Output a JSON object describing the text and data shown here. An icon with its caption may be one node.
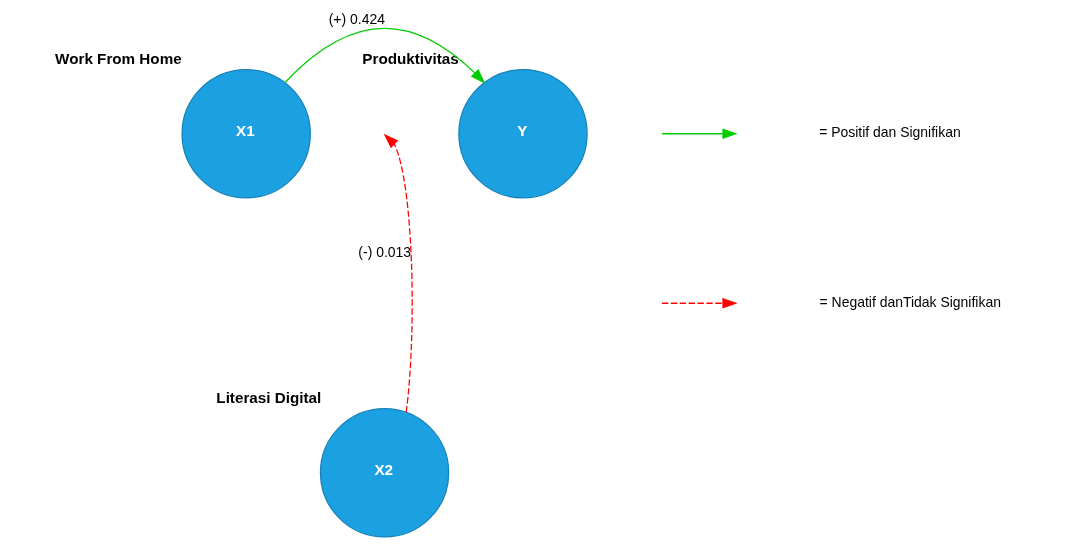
{
  "diagram": {
    "nodes": [
      {
        "text": [
          "X1"
        ],
        "beside": [
          "Work From Home"
        ]
      },
      {
        "text": [
          "Y"
        ],
        "beside": [
          "Produktivitas"
        ]
      },
      {
        "text": [
          "X2"
        ],
        "beside": [
          "Literasi Digital"
        ]
      }
    ],
    "edges": [
      {
        "from": 0,
        "to": 1,
        "arrow": "to",
        "label": "(+) 0.424",
        "color": "#00cc00"
      },
      {
        "from": 2,
        "to": null,
        "arrow": "to",
        "label": "(-) 0.013",
        "style": "dashed",
        "color": "#ff0000"
      }
    ],
    "legend": [
      {
        "text": "= Positif dan Signifikan"
      },
      {
        "text": "= Negatif danTidak Signifikan"
      }
    ]
  }
}
